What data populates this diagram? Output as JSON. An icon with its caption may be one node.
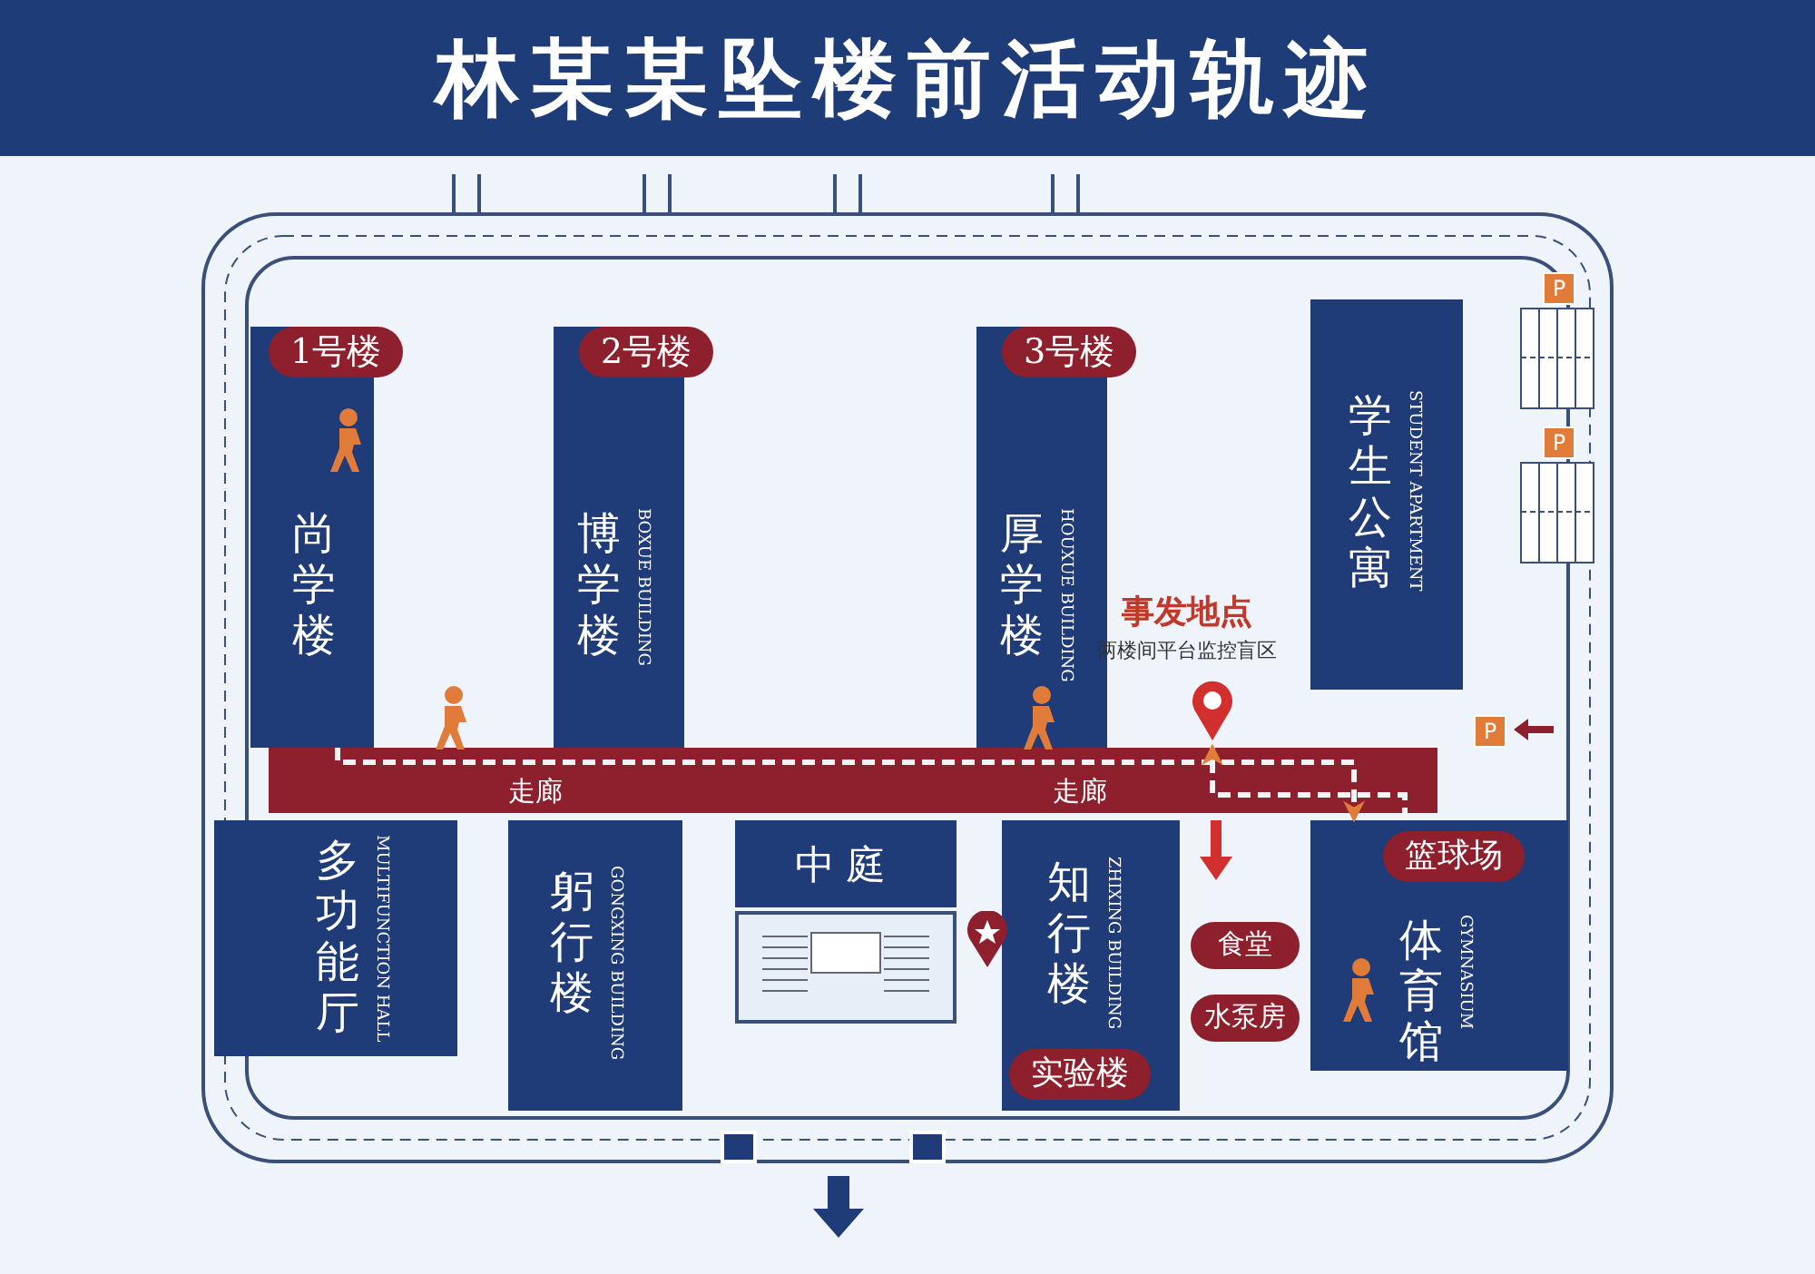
{
  "diagram": {
    "title": "林某某坠楼前活动轨迹",
    "nodes": [
      {
        "text": [
          "1号楼",
          "尚学楼"
        ]
      },
      {
        "text": [
          "2号楼",
          "博学楼",
          "BOXUE BUILDING"
        ]
      },
      {
        "text": [
          "3号楼",
          "厚学楼",
          "HOUXUE BUILDING"
        ]
      },
      {
        "text": [
          "学生公寓",
          "STUDENT APARTMENT"
        ]
      },
      {
        "text": [
          "中庭"
        ]
      },
      {
        "text": [
          "事发地点",
          "两楼间平台监控盲区"
        ]
      },
      {
        "text": [
          "多功能厅",
          "MULTIFUNCTION HALL"
        ]
      },
      {
        "text": [
          "躬行楼",
          "GONGXING BUILDING"
        ]
      },
      {
        "text": [
          "知行楼",
          "ZHIXING BUILDING",
          "实验楼"
        ]
      },
      {
        "text": [
          "篮球场",
          "体育馆",
          "GYMNASIUM"
        ]
      },
      {
        "text": [
          "食堂"
        ]
      },
      {
        "text": [
          "水泵房"
        ]
      }
    ],
    "edges": [
      {
        "from": 0,
        "to": 9,
        "arrow": "to",
        "style": "dashed"
      },
      {
        "from": 9,
        "to": 5,
        "arrow": "to",
        "style": "dashed"
      }
    ],
    "labels": [
      "走廊",
      "走廊",
      "P",
      "P",
      "P"
    ]
  }
}
